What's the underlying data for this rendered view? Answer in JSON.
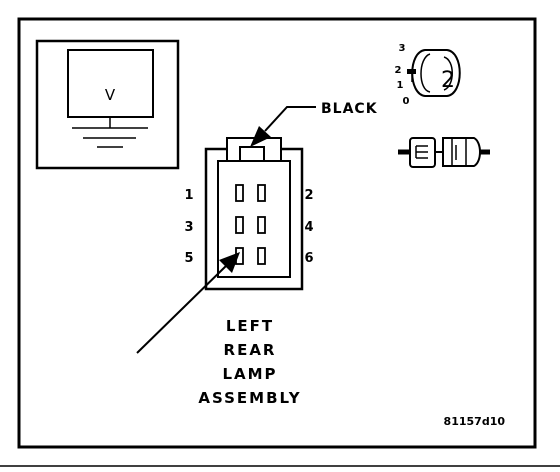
{
  "meter": {
    "symbol": "V"
  },
  "wire_callout": "BLACK",
  "connector": {
    "pins": [
      {
        "number": "1"
      },
      {
        "number": "2"
      },
      {
        "number": "3"
      },
      {
        "number": "4"
      },
      {
        "number": "5"
      },
      {
        "number": "6"
      }
    ]
  },
  "component_label": [
    "LEFT",
    "REAR",
    "LAMP",
    "ASSEMBLY"
  ],
  "ignition_key": {
    "positions": [
      "3",
      "2",
      "1",
      "0"
    ],
    "setting": "2"
  },
  "figure_ref": "81157d10"
}
